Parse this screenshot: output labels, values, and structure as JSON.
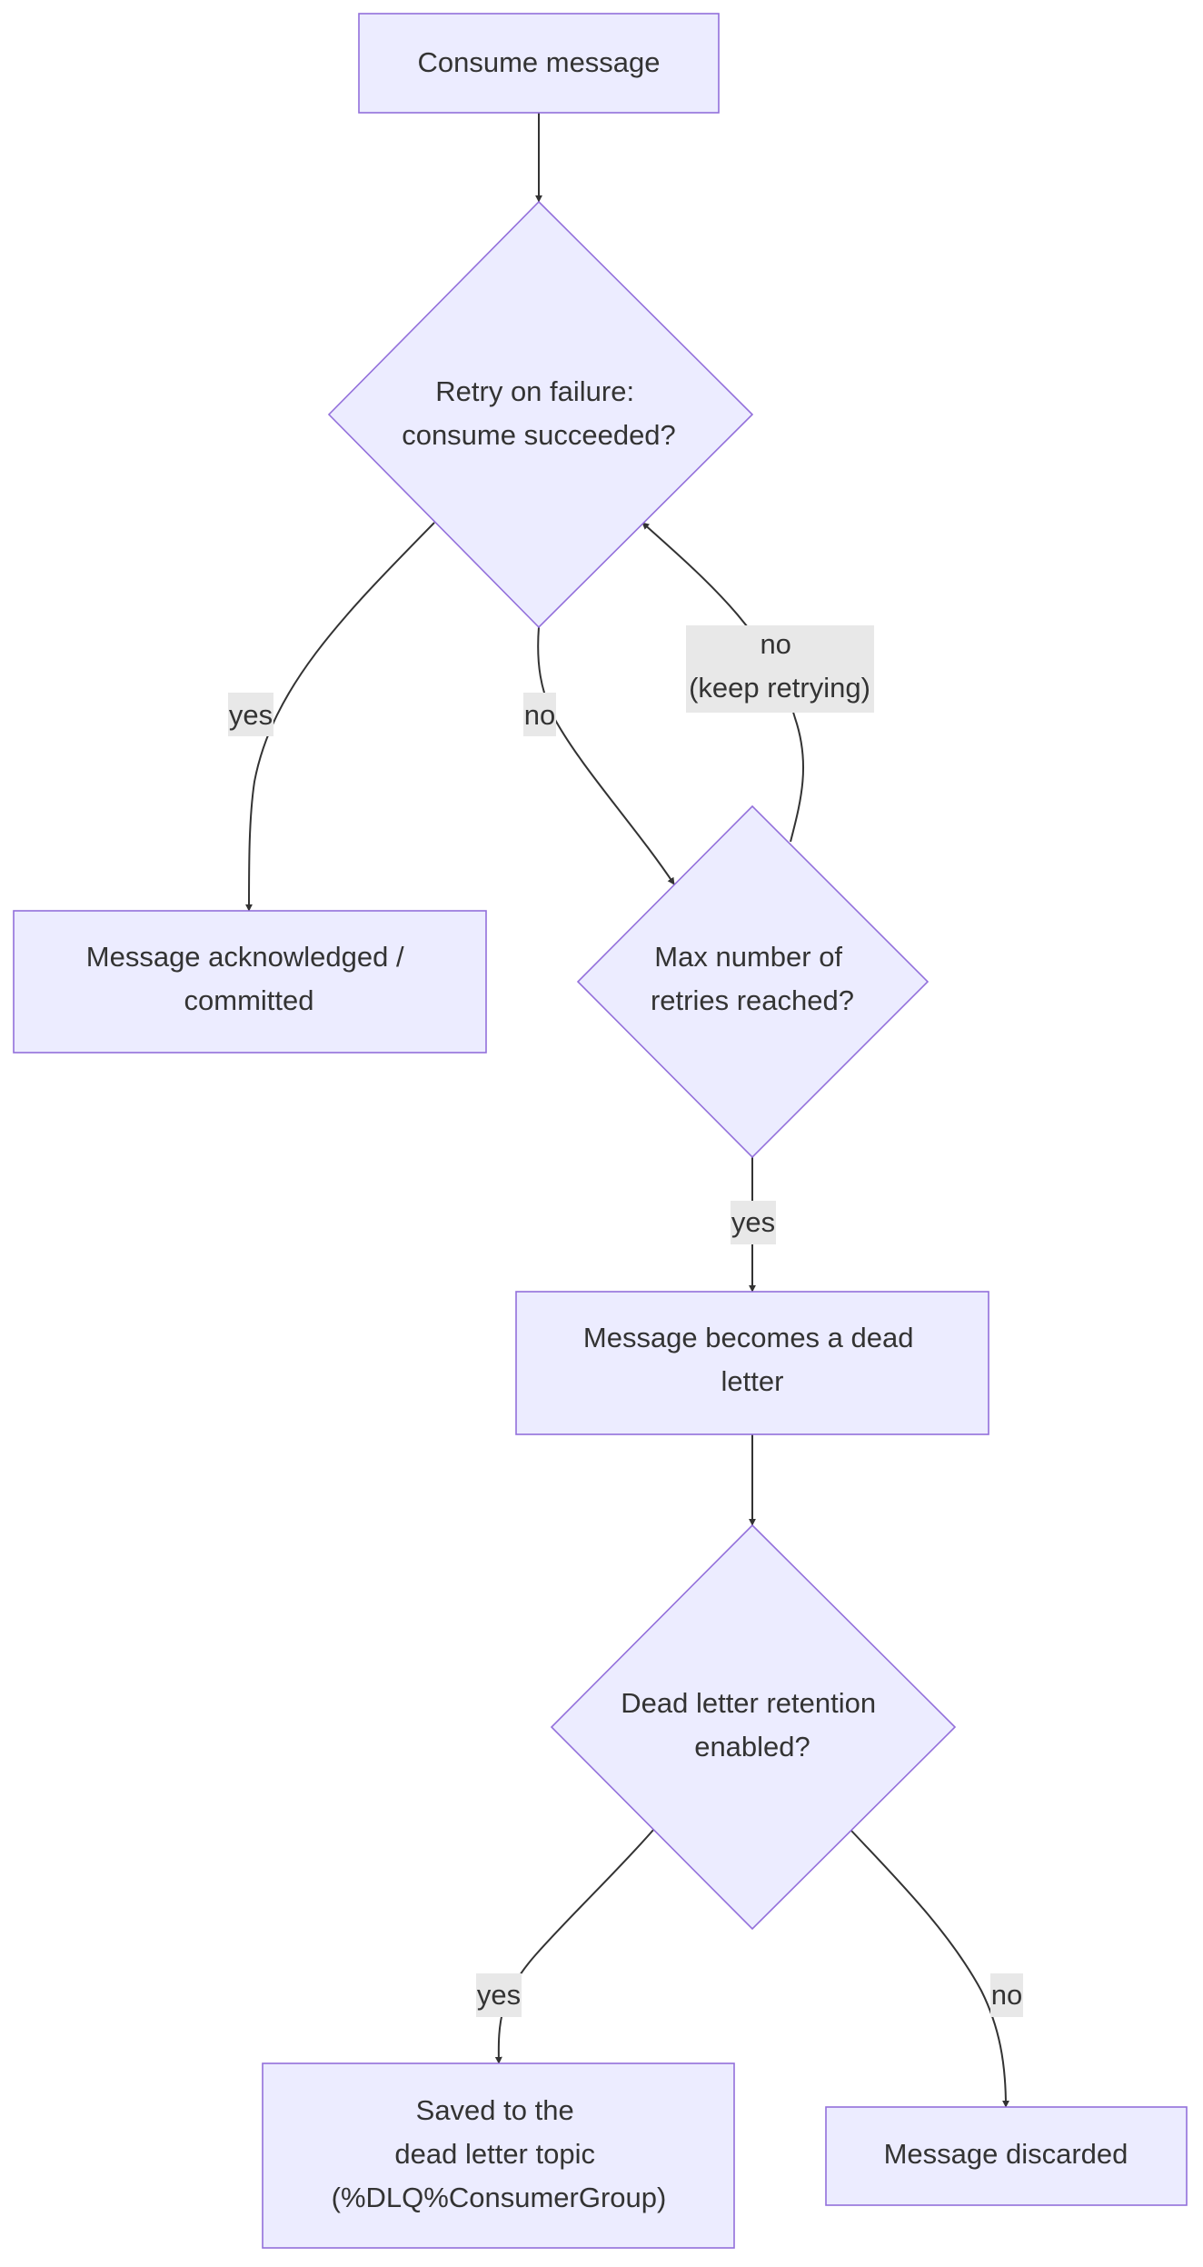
{
  "nodes": {
    "consume": {
      "lines": [
        "Consume message"
      ]
    },
    "retry_decision": {
      "lines": [
        "Retry on failure:",
        "consume succeeded?"
      ]
    },
    "acknowledged": {
      "lines": [
        "Message acknowledged /",
        "committed"
      ]
    },
    "max_retries": {
      "lines": [
        "Max number of",
        "retries reached?"
      ]
    },
    "dead_letter": {
      "lines": [
        "Message becomes a dead",
        "letter"
      ]
    },
    "retention": {
      "lines": [
        "Dead letter retention",
        "enabled?"
      ]
    },
    "saved": {
      "lines": [
        "Saved to the",
        "dead letter topic",
        "(%DLQ%ConsumerGroup)"
      ]
    },
    "discarded": {
      "lines": [
        "Message discarded"
      ]
    }
  },
  "edges": {
    "retry_yes": {
      "lines": [
        "yes"
      ]
    },
    "retry_no": {
      "lines": [
        "no"
      ]
    },
    "max_no": {
      "lines": [
        "no",
        "(keep retrying)"
      ]
    },
    "max_yes": {
      "lines": [
        "yes"
      ]
    },
    "retention_yes": {
      "lines": [
        "yes"
      ]
    },
    "retention_no": {
      "lines": [
        "no"
      ]
    }
  },
  "colors": {
    "node_fill": "#ececff",
    "node_stroke": "#9370db",
    "edge": "#333333",
    "edge_label_bg": "#e8e8e8"
  }
}
